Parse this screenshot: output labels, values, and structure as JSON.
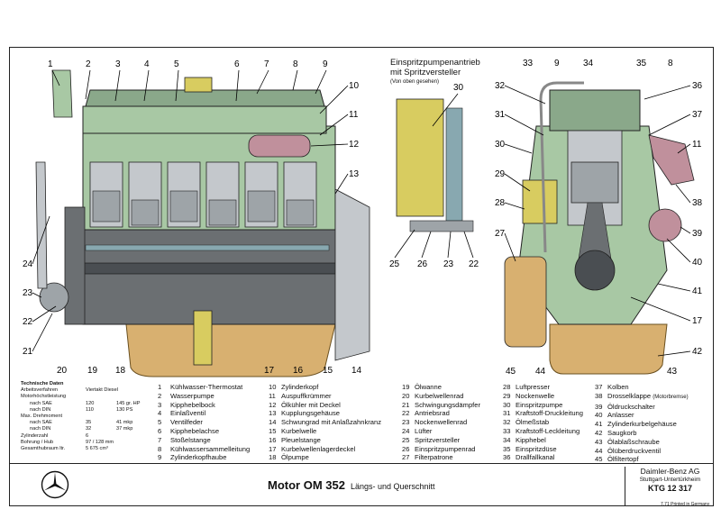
{
  "colors": {
    "water": "#a8c8a4",
    "oil": "#d8b070",
    "metal": "#9ea4a8",
    "dark": "#4a4e52",
    "steel": "#c4c8cc",
    "cam": "#88a8b0",
    "yellow": "#d8cc60",
    "pink": "#c0909c",
    "block": "#6b6f72"
  },
  "side_title": {
    "line1": "Einspritzpumpenantrieb",
    "line2": "mit Spritzversteller",
    "line3": "(Von oben gesehen)"
  },
  "labels": {
    "l1": "1",
    "l2": "2",
    "l3": "3",
    "l4": "4",
    "l5": "5",
    "l6": "6",
    "l7": "7",
    "l8": "8",
    "l9": "9",
    "l10": "10",
    "l11": "11",
    "l12": "12",
    "l13": "13",
    "l14": "14",
    "l15": "15",
    "l16": "16",
    "l17": "17",
    "l18": "18",
    "l19": "19",
    "l20": "20",
    "l21": "21",
    "l22": "22",
    "l23": "23",
    "l24": "24",
    "m30": "30",
    "m25": "25",
    "m26": "26",
    "m23": "23",
    "m22": "22",
    "r33": "33",
    "r9": "9",
    "r34": "34",
    "r35": "35",
    "r8": "8",
    "r32": "32",
    "r36": "36",
    "r31": "31",
    "r37": "37",
    "r30": "30",
    "r11": "11",
    "r29": "29",
    "r28": "28",
    "r38": "38",
    "r27": "27",
    "r39": "39",
    "r40": "40",
    "r41": "41",
    "r17": "17",
    "r42": "42",
    "r45": "45",
    "r44": "44",
    "r43": "43"
  },
  "tech": {
    "heading": "Technische Daten",
    "verfahren_k": "Arbeitsverfahren",
    "verfahren_v": "Viertakt Diesel",
    "leistung": "Motorhöchstleistung",
    "sae_k": "nach SAE",
    "sae_v1": "120",
    "sae_v2": "145 gr. HP",
    "din_k": "nach DIN",
    "din_v1": "110",
    "din_v2": "130 PS",
    "dreh": "Max. Drehmoment",
    "dsae_k": "nach SAE",
    "dsae_v1": "35",
    "dsae_v2": "41 mkp",
    "ddin_k": "nach DIN",
    "ddin_v1": "32",
    "ddin_v2": "37 mkp",
    "zyl_k": "Zylinderzahl",
    "zyl_v": "6",
    "hub_k": "Bohrung / Hub",
    "hub_v": "97 / 128 mm",
    "hubr_k": "Gesamthubraum ltr.",
    "hubr_v": "5 675 cm³"
  },
  "legend": [
    {
      "n": "1",
      "t": "Kühlwasser-Thermostat"
    },
    {
      "n": "2",
      "t": "Wasserpumpe"
    },
    {
      "n": "3",
      "t": "Kipphebelbock"
    },
    {
      "n": "4",
      "t": "Einlaßventil"
    },
    {
      "n": "5",
      "t": "Ventilfeder"
    },
    {
      "n": "6",
      "t": "Kipphebelachse"
    },
    {
      "n": "7",
      "t": "Stoßelstange"
    },
    {
      "n": "8",
      "t": "Kühlwassersammelleitung"
    },
    {
      "n": "9",
      "t": "Zylinderkopfhaube"
    },
    {
      "n": "10",
      "t": "Zylinderkopf"
    },
    {
      "n": "11",
      "t": "Auspuffkrümmer"
    },
    {
      "n": "12",
      "t": "Ölkühler mit Deckel"
    },
    {
      "n": "13",
      "t": "Kupplungsgehäuse"
    },
    {
      "n": "14",
      "t": "Schwungrad mit Anlaßzahnkranz"
    },
    {
      "n": "15",
      "t": "Kurbelwelle"
    },
    {
      "n": "16",
      "t": "Pleuelstange"
    },
    {
      "n": "17",
      "t": "Kurbelwellenlagerdeckel"
    },
    {
      "n": "18",
      "t": "Ölpumpe"
    },
    {
      "n": "19",
      "t": "Ölwanne"
    },
    {
      "n": "20",
      "t": "Kurbelwellenrad"
    },
    {
      "n": "21",
      "t": "Schwingungsdämpfer"
    },
    {
      "n": "22",
      "t": "Antriebsrad"
    },
    {
      "n": "23",
      "t": "Nockenwellenrad"
    },
    {
      "n": "24",
      "t": "Lüfter"
    },
    {
      "n": "25",
      "t": "Spritzversteller"
    },
    {
      "n": "26",
      "t": "Einspritzpumpenrad"
    },
    {
      "n": "27",
      "t": "Filterpatrone"
    },
    {
      "n": "28",
      "t": "Luftpresser"
    },
    {
      "n": "29",
      "t": "Nockenwelle"
    },
    {
      "n": "30",
      "t": "Einspritzpumpe"
    },
    {
      "n": "31",
      "t": "Kraftstoff-Druckleitung"
    },
    {
      "n": "32",
      "t": "Ölmeßstab"
    },
    {
      "n": "33",
      "t": "Kraftstoff-Leckleitung"
    },
    {
      "n": "34",
      "t": "Kipphebel"
    },
    {
      "n": "35",
      "t": "Einspritzdüse"
    },
    {
      "n": "36",
      "t": "Drallfallkanal"
    },
    {
      "n": "37",
      "t": "Kolben"
    },
    {
      "n": "38",
      "t": "Drosselklappe",
      "s": "(Motorbremse)"
    },
    {
      "n": "39",
      "t": "Öldruckschalter"
    },
    {
      "n": "40",
      "t": "Anlasser"
    },
    {
      "n": "41",
      "t": "Zylinderkurbelgehäuse"
    },
    {
      "n": "42",
      "t": "Saugkorb"
    },
    {
      "n": "43",
      "t": "Ölablaßschraube"
    },
    {
      "n": "44",
      "t": "Ölüberdruckventil"
    },
    {
      "n": "45",
      "t": "Ölfiltertopf"
    }
  ],
  "title": {
    "main": "Motor OM 352",
    "sub": "Längs- und Querschnitt"
  },
  "maker": {
    "name": "Daimler-Benz AG",
    "city": "Stuttgart-Untertürkheim",
    "code": "KTG 12 317"
  },
  "print_note": "7.71  Printed in Germany"
}
